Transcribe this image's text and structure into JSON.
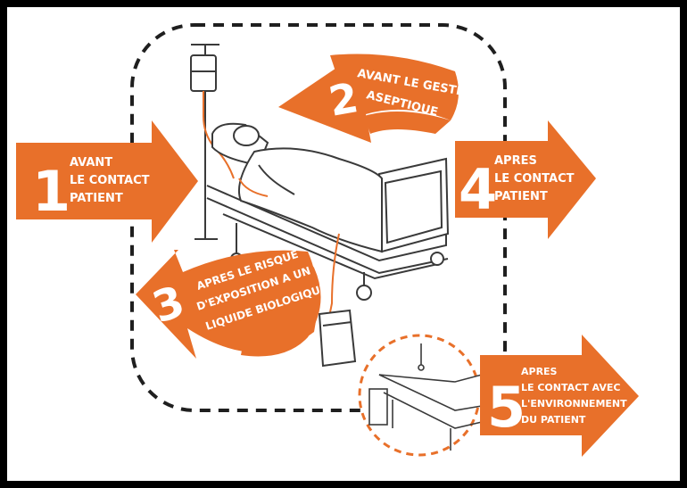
{
  "colors": {
    "accent": "#e8702a",
    "line": "#3a3a3a",
    "frame": "#000000"
  },
  "moments": [
    {
      "number": "1",
      "lines": [
        "AVANT",
        "LE CONTACT",
        "PATIENT"
      ]
    },
    {
      "number": "2",
      "lines": [
        "AVANT LE GESTE",
        "ASEPTIQUE"
      ]
    },
    {
      "number": "3",
      "lines": [
        "APRES LE RISQUE",
        "D'EXPOSITION A UN",
        "LIQUIDE BIOLOGIQUE"
      ]
    },
    {
      "number": "4",
      "lines": [
        "APRES",
        "LE CONTACT",
        "PATIENT"
      ]
    },
    {
      "number": "5",
      "lines": [
        "APRES",
        "LE CONTACT AVEC",
        "L'ENVIRONNEMENT",
        "DU PATIENT"
      ]
    }
  ],
  "icons": [
    "iv-bag-icon",
    "hospital-bed-icon",
    "patient-icon",
    "urine-bag-icon",
    "empty-bed-icon"
  ]
}
